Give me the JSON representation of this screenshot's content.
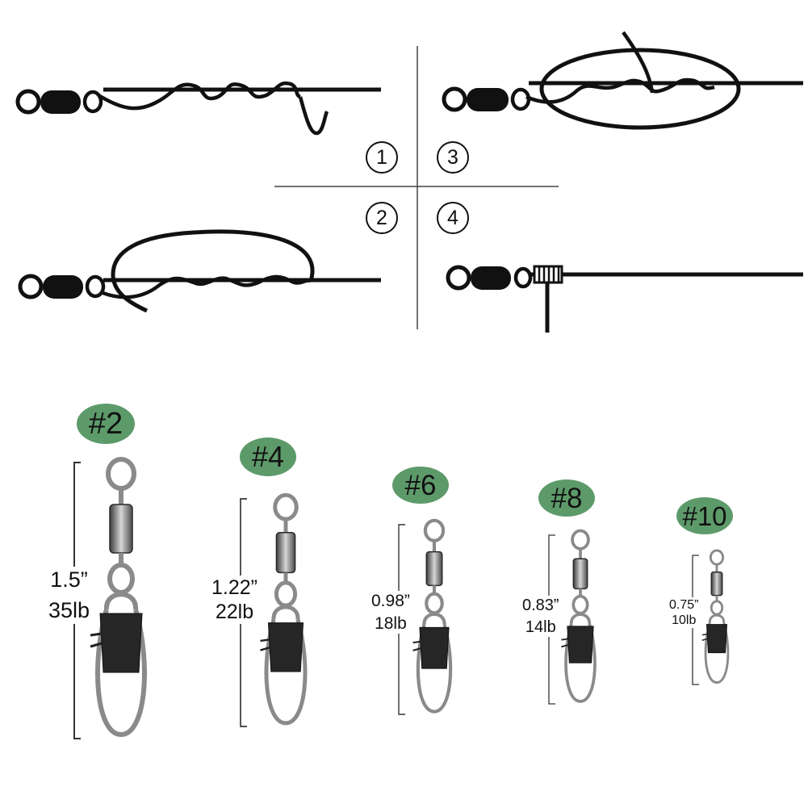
{
  "steps": [
    "1",
    "3",
    "2",
    "4"
  ],
  "swivels": [
    {
      "size": "#2",
      "length": "1.5”",
      "strength": "35lb"
    },
    {
      "size": "#4",
      "length": "1.22”",
      "strength": "22lb"
    },
    {
      "size": "#6",
      "length": "0.98”",
      "strength": "18lb"
    },
    {
      "size": "#8",
      "length": "0.83”",
      "strength": "14lb"
    },
    {
      "size": "#10",
      "length": "0.75”",
      "strength": "10lb"
    }
  ],
  "colors": {
    "badge": "#5d9a6a",
    "ink": "#111111",
    "metal": "#8a8a8a",
    "sleeve": "#262626"
  }
}
